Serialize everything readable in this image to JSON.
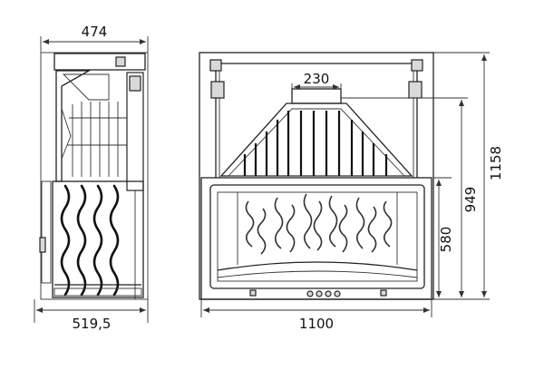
{
  "dimensions": {
    "side_depth_top": "474",
    "side_depth_bottom": "519,5",
    "front_width": "1100",
    "flue_width": "230",
    "total_height": "1158",
    "height_949": "949",
    "door_height": "580"
  }
}
